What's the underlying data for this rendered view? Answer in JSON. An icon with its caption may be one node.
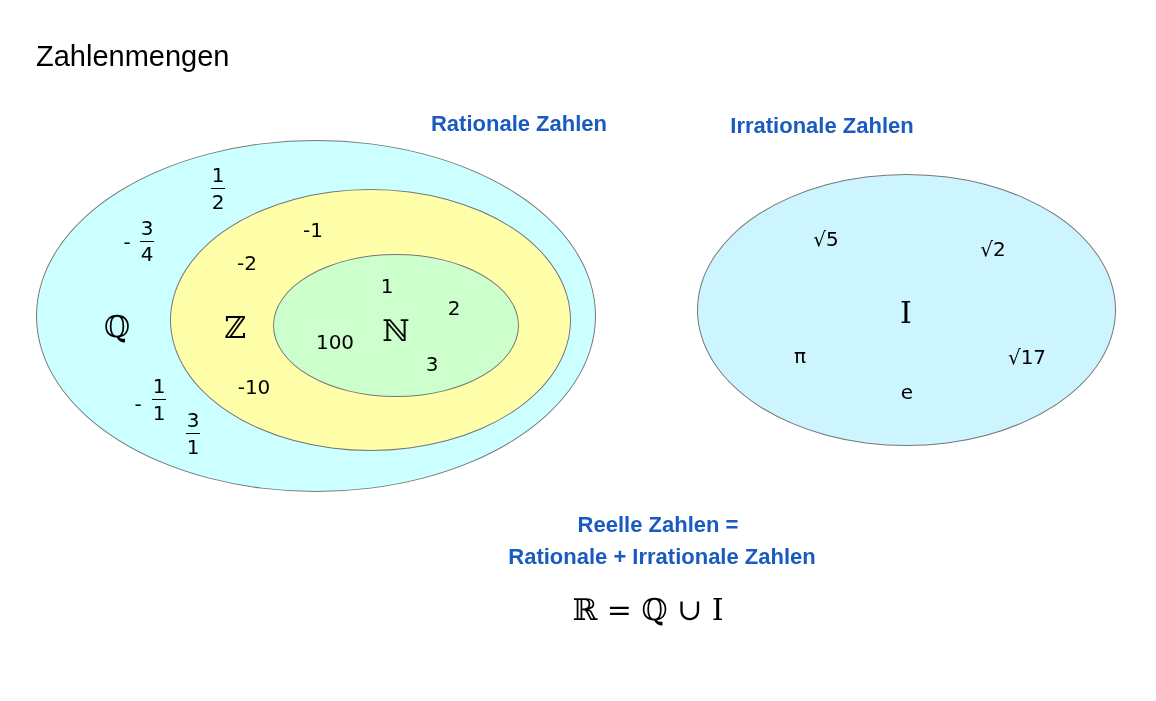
{
  "diagram": {
    "title": "Zahlenmengen",
    "nodes": [
      {
        "text": [
          "ℚ"
        ]
      },
      {
        "text": [
          "ℤ"
        ],
        "in": 0
      },
      {
        "text": [
          "ℕ"
        ],
        "in": 1
      },
      {
        "text": [
          "I"
        ]
      }
    ],
    "labels": [
      "Rationale Zahlen",
      "Irrationale Zahlen",
      "1",
      "2",
      "-1",
      "-",
      "3",
      "4",
      "√5",
      "√2",
      "-2",
      "1",
      "2",
      "100",
      "3",
      "π",
      "√17",
      "-10",
      "e",
      "-",
      "1",
      "1",
      "3",
      "1",
      "Reelle Zahlen =",
      "Rationale + Irrationale Zahlen",
      "ℝ = ℚ ∪ I"
    ]
  }
}
